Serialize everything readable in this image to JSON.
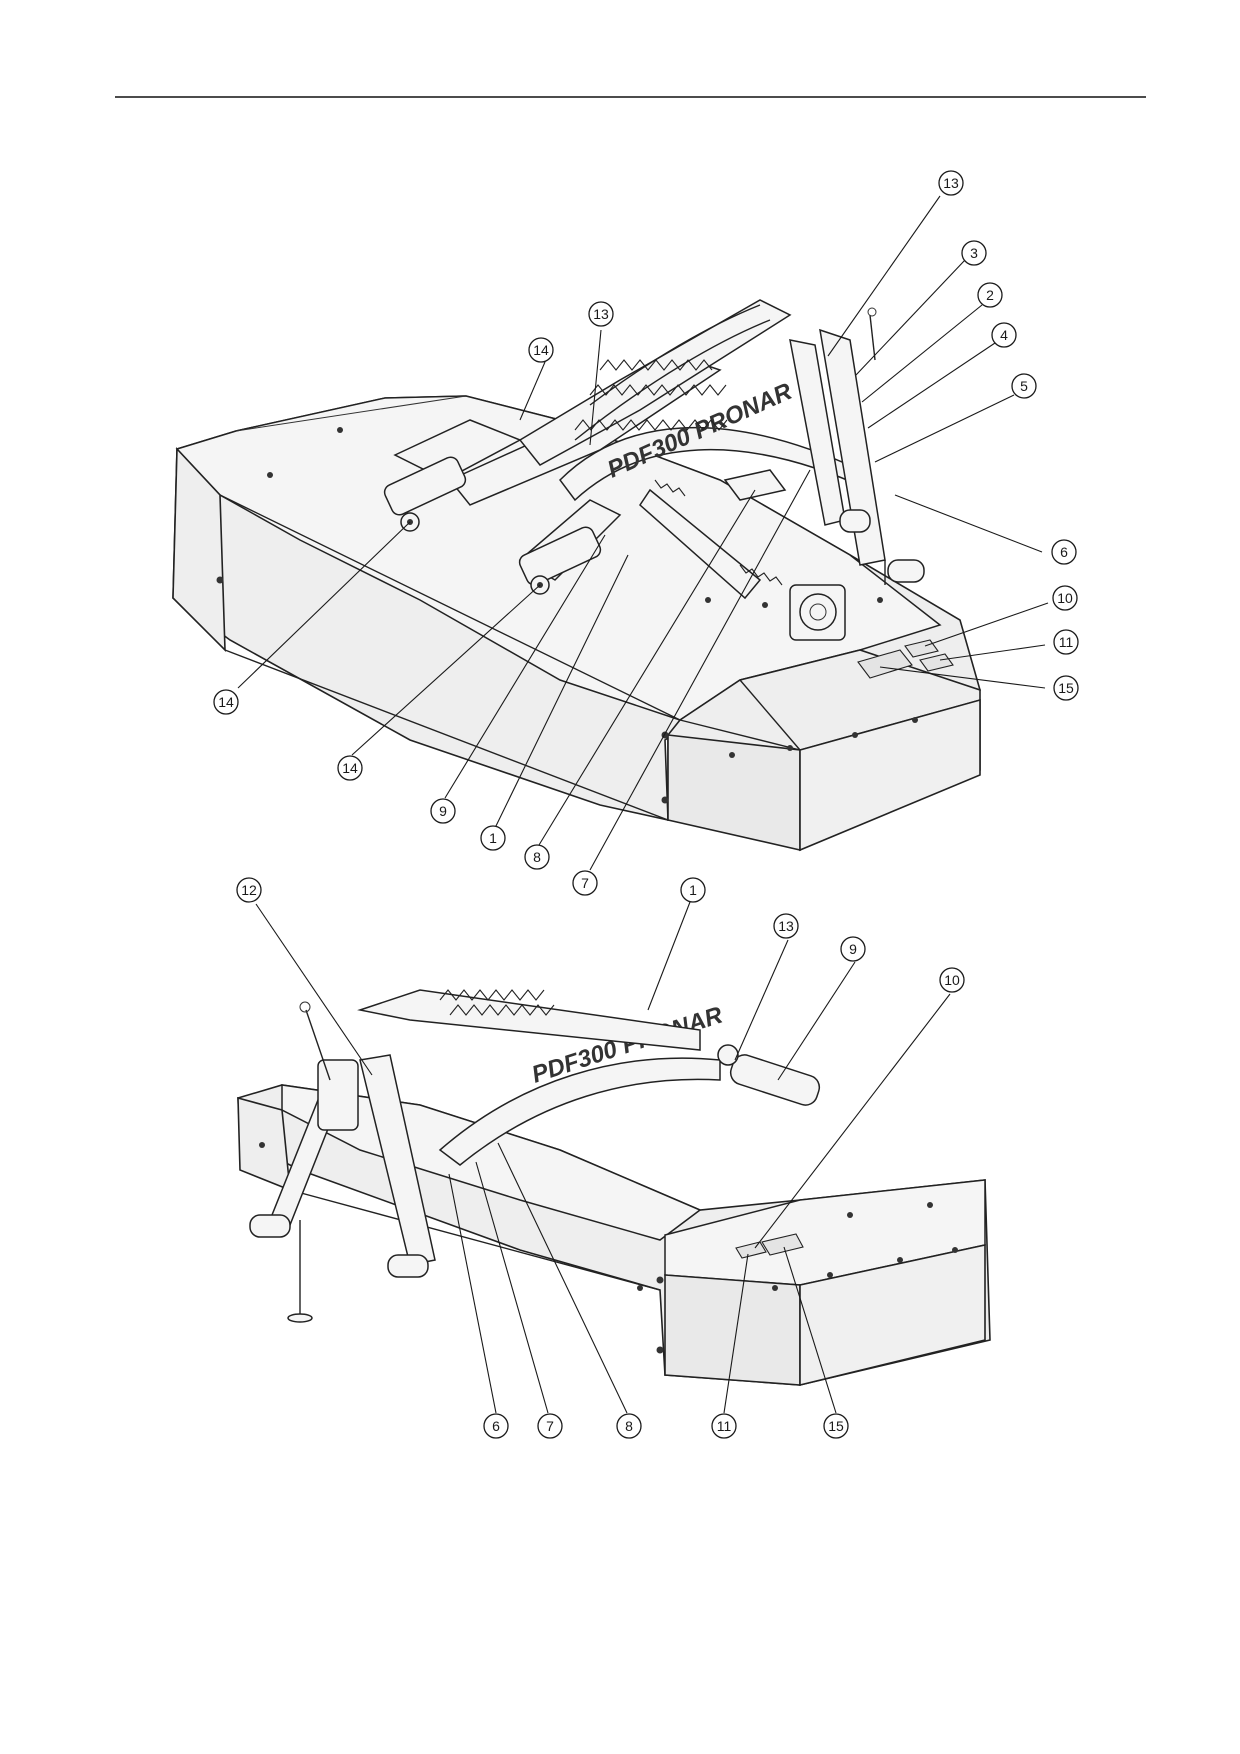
{
  "page": {
    "background": "#ffffff",
    "line_color": "#1a1a1a"
  },
  "top_figure": {
    "brand_text": "PDF300 PRONAR",
    "callouts": [
      "13",
      "3",
      "2",
      "4",
      "5",
      "6",
      "10",
      "11",
      "15",
      "13",
      "14",
      "14",
      "14",
      "9",
      "1",
      "8",
      "7"
    ]
  },
  "bottom_figure": {
    "brand_text": "PDF300 PRONAR",
    "callouts": [
      "12",
      "1",
      "13",
      "9",
      "10",
      "6",
      "7",
      "8",
      "11",
      "15"
    ]
  }
}
